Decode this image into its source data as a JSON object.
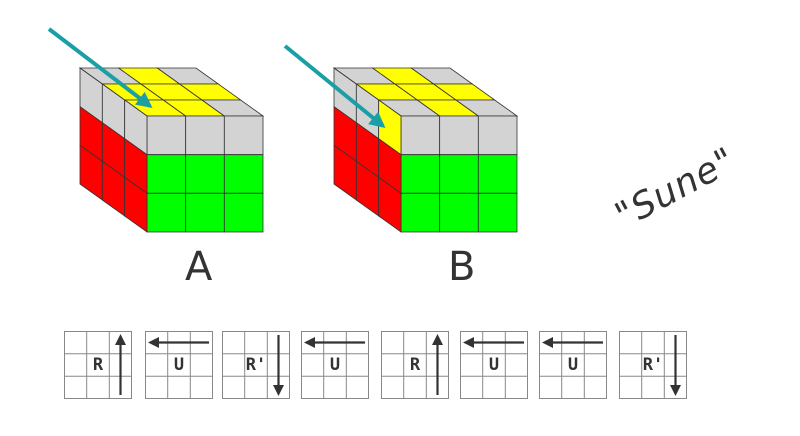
{
  "title": "Sune",
  "colors": {
    "gray": "#d3d3d3",
    "yellow": "#ffff00",
    "red": "#ff0000",
    "green": "#00ff00",
    "edge": "#333333",
    "arrow": "#1a9fa6",
    "text": "#333333"
  },
  "cubes": [
    {
      "label": "A",
      "top": [
        [
          "G",
          "Y",
          "G"
        ],
        [
          "Y",
          "Y",
          "Y"
        ],
        [
          "Y",
          "Y",
          "G"
        ]
      ],
      "left_top_row": [
        "G",
        "G",
        "G"
      ],
      "front_top_row": [
        "G",
        "G",
        "G"
      ],
      "left_lower": "R",
      "front_lower": "Gr"
    },
    {
      "label": "B",
      "top": [
        [
          "G",
          "Y",
          "G"
        ],
        [
          "Y",
          "Y",
          "Y"
        ],
        [
          "G",
          "Y",
          "G"
        ]
      ],
      "left_top_row": [
        "G",
        "G",
        "Y"
      ],
      "front_top_row": [
        "G",
        "G",
        "G"
      ],
      "left_lower": "R",
      "front_lower": "Gr"
    }
  ],
  "algorithm_name": "\"Sune\"",
  "moves": [
    {
      "label": "R",
      "arrow": "up"
    },
    {
      "label": "U",
      "arrow": "left"
    },
    {
      "label": "R'",
      "arrow": "down"
    },
    {
      "label": "U",
      "arrow": "left"
    },
    {
      "label": "R",
      "arrow": "up"
    },
    {
      "label": "U",
      "arrow": "left"
    },
    {
      "label": "U",
      "arrow": "left"
    },
    {
      "label": "R'",
      "arrow": "down"
    }
  ]
}
